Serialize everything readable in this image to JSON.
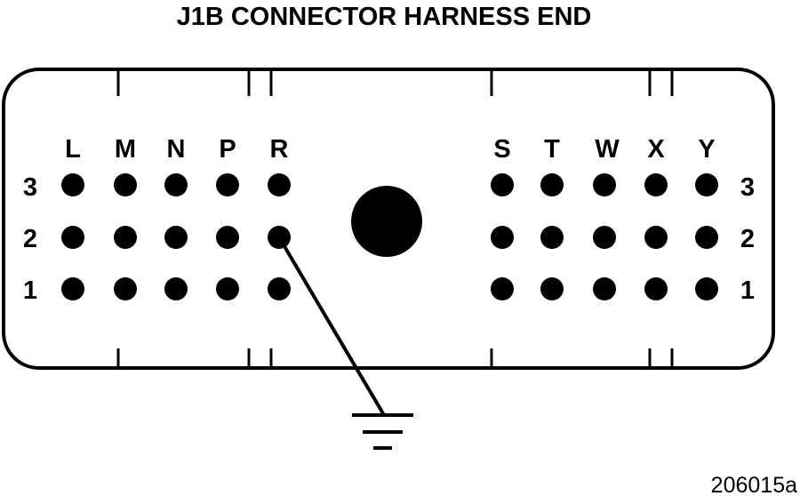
{
  "title": "J1B CONNECTOR HARNESS END",
  "figure_id": "206015a",
  "left_columns": [
    "L",
    "M",
    "N",
    "P",
    "R"
  ],
  "right_columns": [
    "S",
    "T",
    "W",
    "X",
    "Y"
  ],
  "rows": [
    "3",
    "2",
    "1"
  ],
  "ground_connection": {
    "column": "R",
    "row": "2"
  },
  "colors": {
    "ink": "#000000",
    "background": "#ffffff"
  }
}
